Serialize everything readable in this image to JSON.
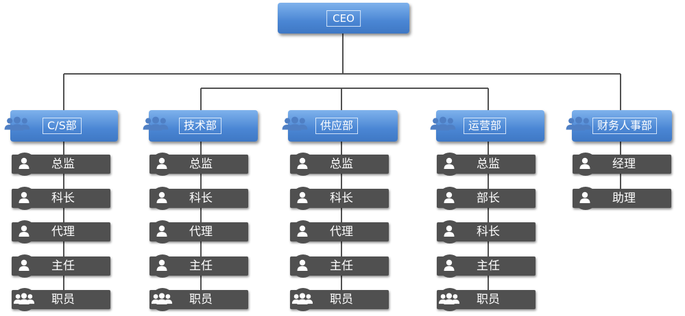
{
  "ceo": {
    "label": "CEO"
  },
  "departments": [
    {
      "name": "C/S部",
      "roles": [
        "总监",
        "科长",
        "代理",
        "主任",
        "职员"
      ]
    },
    {
      "name": "技术部",
      "roles": [
        "总监",
        "科长",
        "代理",
        "主任",
        "职员"
      ]
    },
    {
      "name": "供应部",
      "roles": [
        "总监",
        "科长",
        "代理",
        "主任",
        "职员"
      ]
    },
    {
      "name": "运营部",
      "roles": [
        "总监",
        "部长",
        "科长",
        "主任",
        "职员"
      ]
    },
    {
      "name": "财务人事部",
      "roles": [
        "经理",
        "助理"
      ]
    }
  ],
  "icons": {
    "department": "people-group-icon",
    "role": "person-icon",
    "staff": "people-group-icon"
  },
  "colors": {
    "box_blue": "#4a86d4",
    "role_gray": "#505050",
    "connector": "#505050"
  }
}
